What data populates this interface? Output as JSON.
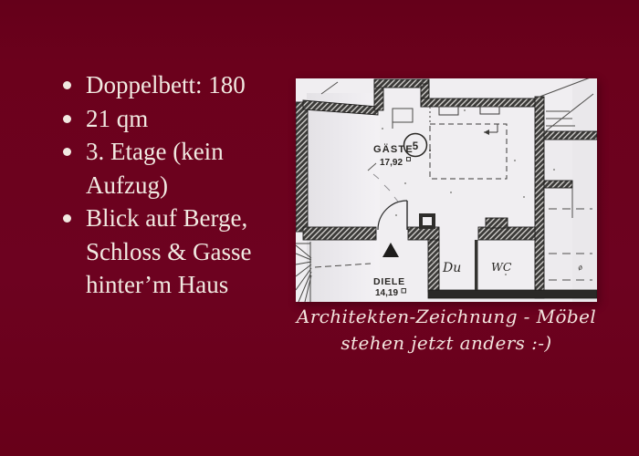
{
  "slide": {
    "background_color": "#6b011c",
    "text_color": "#f1e9e1"
  },
  "bullets": {
    "items": [
      {
        "lines": [
          "Doppelbett: 180"
        ]
      },
      {
        "lines": [
          "21 qm"
        ]
      },
      {
        "lines": [
          "3. Etage (kein",
          "Aufzug)"
        ]
      },
      {
        "lines": [
          "Blick auf Berge,",
          "Schloss & Gasse",
          "hinter’m Haus"
        ]
      }
    ]
  },
  "floor_plan": {
    "room_label": "GÄSTE",
    "room_number": "5",
    "room_area": "17,92",
    "hall_label": "DIELE",
    "hall_area": "14,19",
    "shower_label": "Du",
    "wc_label": "WC",
    "door_mark": "ø"
  },
  "caption": {
    "lines": [
      "Architekten-Zeichnung - Möbel",
      "stehen jetzt anders :-)"
    ]
  }
}
